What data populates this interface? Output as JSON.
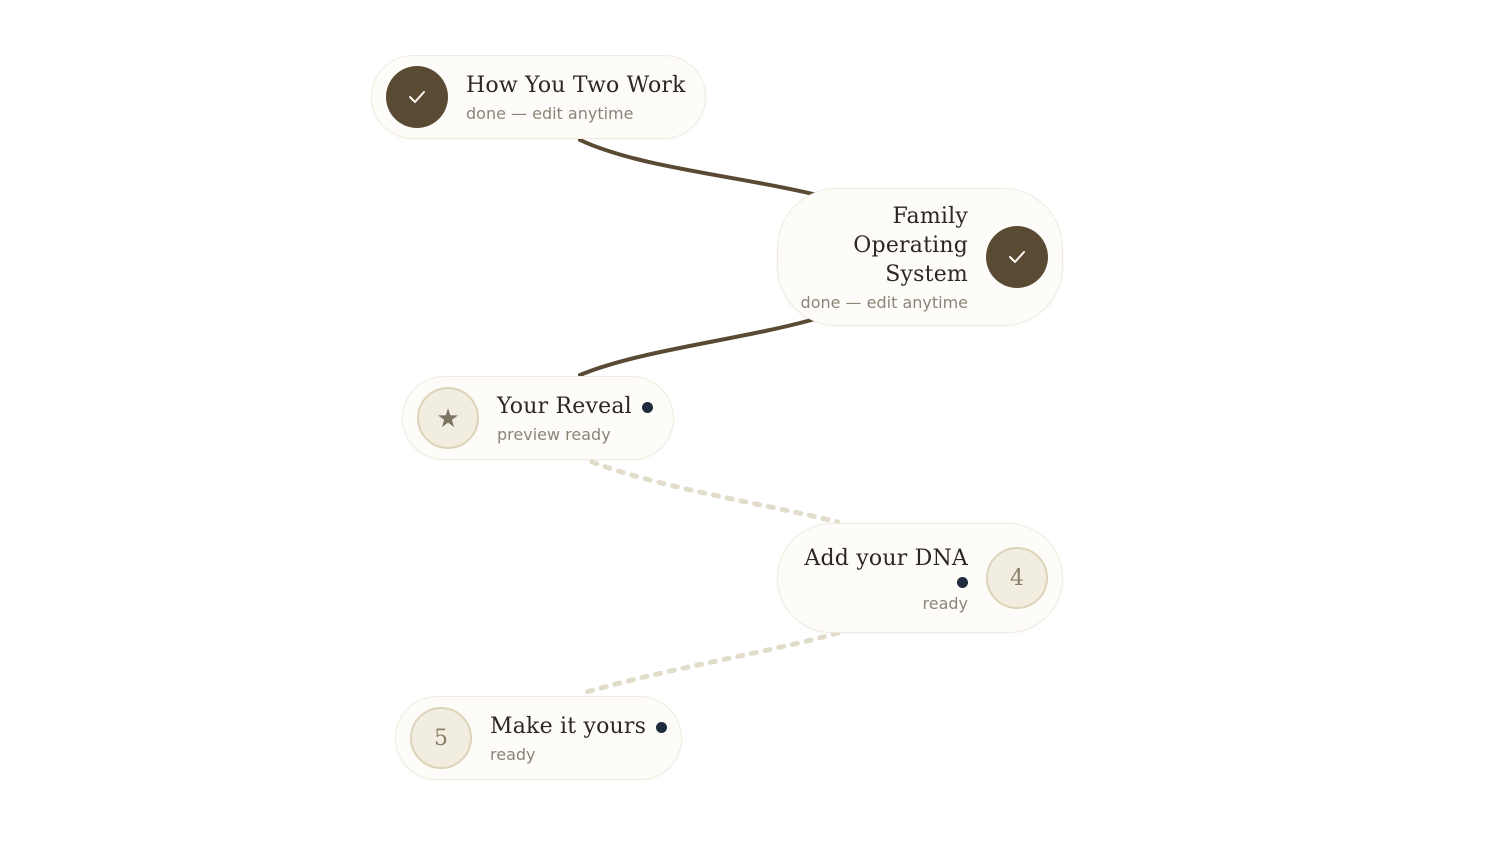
{
  "steps": [
    {
      "id": 1,
      "title": "How You Two Work",
      "status": "done — edit anytime",
      "state": "done",
      "badge_icon": "check-icon"
    },
    {
      "id": 2,
      "title_lines": [
        "Family",
        "Operating",
        "System"
      ],
      "status": "done — edit anytime",
      "state": "done",
      "badge_icon": "check-icon"
    },
    {
      "id": 3,
      "title": "Your Reveal",
      "status": "preview ready",
      "state": "ready",
      "badge_icon": "star-icon",
      "has_new_dot": true
    },
    {
      "id": 4,
      "title": "Add your DNA",
      "status": "ready",
      "state": "ready",
      "badge_number": "4",
      "has_new_dot": true
    },
    {
      "id": 5,
      "title": "Make it yours",
      "status": "ready",
      "state": "ready",
      "badge_number": "5",
      "has_new_dot": true
    }
  ],
  "icons": {
    "check": "✓",
    "star": "★"
  },
  "colors": {
    "done_badge": "#5a4a33",
    "done_connector": "#5a4a33",
    "pending_connector": "#e2dccb",
    "new_dot": "#1e2b3c",
    "node_background": "#fdfcf8"
  }
}
